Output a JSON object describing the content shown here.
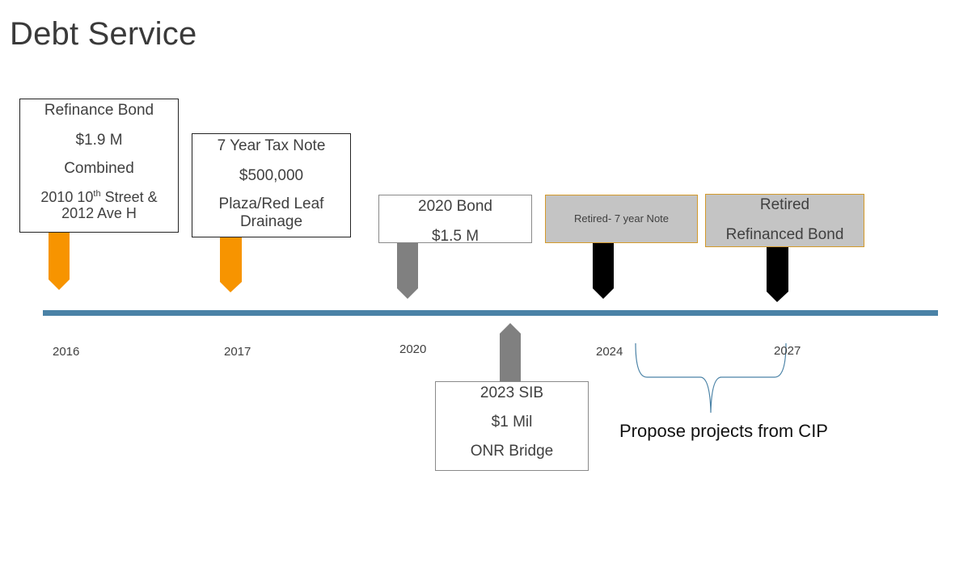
{
  "title": "Debt Service",
  "events": {
    "refinance_bond": {
      "lines": [
        "Refinance Bond",
        "$1.9 M",
        "Combined"
      ],
      "address_main": "2010 10",
      "address_sup": "th",
      "address_rest": " Street &",
      "address_line2": "2012 Ave H"
    },
    "tax_note": {
      "lines": [
        "7 Year Tax Note",
        "$500,000",
        "Plaza/Red Leaf",
        "Drainage"
      ]
    },
    "bond_2020": {
      "lines": [
        "2020 Bond",
        "$1.5 M"
      ]
    },
    "sib_2023": {
      "lines": [
        "2023 SIB",
        "$1 Mil",
        "ONR Bridge"
      ]
    },
    "retired_note": {
      "label": "Retired- 7 year Note"
    },
    "retired_bond": {
      "lines": [
        "Retired",
        "Refinanced Bond"
      ]
    }
  },
  "years": [
    "2016",
    "2017",
    "2020",
    "2024",
    "2027"
  ],
  "cip_label": "Propose projects from CIP",
  "colors": {
    "orange": "#f79400",
    "gray": "#808080",
    "black": "#000000",
    "timeline": "#4a82a6",
    "retired_fill": "#c4c4c4",
    "retired_border": "#d49a2a",
    "brace": "#4a82a6"
  }
}
